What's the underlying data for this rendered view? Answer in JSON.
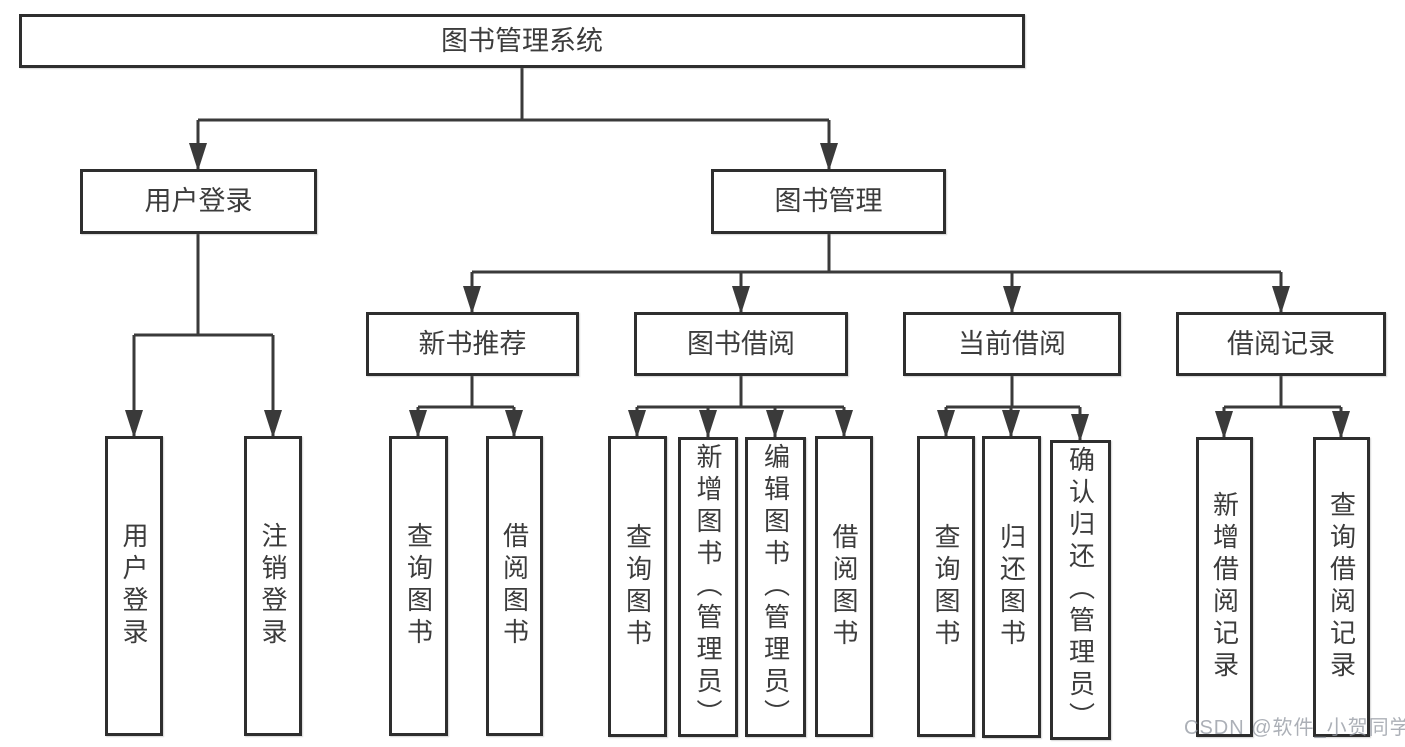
{
  "diagram_title": "图书管理系统",
  "nodes": {
    "root": {
      "label": "图书管理系统"
    },
    "user_login": {
      "label": "用户登录"
    },
    "book_mgmt": {
      "label": "图书管理"
    },
    "new_book_rec": {
      "label": "新书推荐"
    },
    "book_borrow": {
      "label": "图书借阅"
    },
    "current_borrow": {
      "label": "当前借阅"
    },
    "borrow_records": {
      "label": "借阅记录"
    },
    "leaf_user_login": {
      "label": "用户登录"
    },
    "leaf_logout": {
      "label": "注销登录"
    },
    "leaf_rec_query": {
      "label": "查询图书"
    },
    "leaf_rec_borrow": {
      "label": "借阅图书"
    },
    "leaf_bb_query": {
      "label": "查询图书"
    },
    "leaf_bb_add": {
      "label": "新增图书（管理员）"
    },
    "leaf_bb_edit": {
      "label": "编辑图书（管理员）"
    },
    "leaf_bb_borrow": {
      "label": "借阅图书"
    },
    "leaf_cb_query": {
      "label": "查询图书"
    },
    "leaf_cb_return": {
      "label": "归还图书"
    },
    "leaf_cb_confirm": {
      "label": "确认归还（管理员）"
    },
    "leaf_br_add": {
      "label": "新增借阅记录"
    },
    "leaf_br_query": {
      "label": "查询借阅记录"
    }
  },
  "hierarchy": {
    "root": [
      "user_login",
      "book_mgmt"
    ],
    "user_login": [
      "leaf_user_login",
      "leaf_logout"
    ],
    "book_mgmt": [
      "new_book_rec",
      "book_borrow",
      "current_borrow",
      "borrow_records"
    ],
    "new_book_rec": [
      "leaf_rec_query",
      "leaf_rec_borrow"
    ],
    "book_borrow": [
      "leaf_bb_query",
      "leaf_bb_add",
      "leaf_bb_edit",
      "leaf_bb_borrow"
    ],
    "current_borrow": [
      "leaf_cb_query",
      "leaf_cb_return",
      "leaf_cb_confirm"
    ],
    "borrow_records": [
      "leaf_br_add",
      "leaf_br_query"
    ]
  },
  "watermark": {
    "text": "CSDN @软件_小贺同学"
  },
  "colors": {
    "line": "#3a3a3a",
    "border": "#2e2e2e",
    "text": "#3c3c3c",
    "background": "#ffffff",
    "watermark": "#9196a0"
  }
}
